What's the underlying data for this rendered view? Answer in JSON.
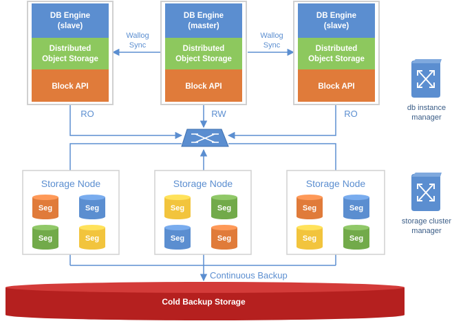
{
  "colors": {
    "engine": "#5B8ED0",
    "storage": "#8DC85E",
    "api": "#E07B3A",
    "seg_orange": "#E07B3A",
    "seg_blue": "#5B8ED0",
    "seg_green": "#72AA4A",
    "seg_yellow": "#F2C43D",
    "line": "#5B8ED0",
    "cold": "#B5201F",
    "switch": "#5B8ED0"
  },
  "db_nodes": [
    {
      "engine_line1": "DB  Engine",
      "engine_line2": "(slave)",
      "storage_line1": "Distributed",
      "storage_line2": "Object Storage",
      "api": "Block API",
      "link": "RO"
    },
    {
      "engine_line1": "DB Engine",
      "engine_line2": "(master)",
      "storage_line1": "Distributed",
      "storage_line2": "Object Storage",
      "api": "Block API",
      "link": "RW"
    },
    {
      "engine_line1": "DB Engine",
      "engine_line2": "(slave)",
      "storage_line1": "Distributed",
      "storage_line2": "Object Storage",
      "api": "Block API",
      "link": "RO"
    }
  ],
  "sync_labels": [
    {
      "line1": "Wallog",
      "line2": "Sync"
    },
    {
      "line1": "Wallog",
      "line2": "Sync"
    }
  ],
  "storage_nodes": [
    {
      "title": "Storage Node",
      "segs": [
        {
          "label": "Seg",
          "color": "orange"
        },
        {
          "label": "Seg",
          "color": "blue"
        },
        {
          "label": "Seg",
          "color": "green"
        },
        {
          "label": "Seg",
          "color": "yellow"
        }
      ]
    },
    {
      "title": "Storage Node",
      "segs": [
        {
          "label": "Seg",
          "color": "yellow"
        },
        {
          "label": "Seg",
          "color": "green"
        },
        {
          "label": "Seg",
          "color": "blue"
        },
        {
          "label": "Seg",
          "color": "orange"
        }
      ]
    },
    {
      "title": "Storage Node",
      "segs": [
        {
          "label": "Seg",
          "color": "orange"
        },
        {
          "label": "Seg",
          "color": "blue"
        },
        {
          "label": "Seg",
          "color": "yellow"
        },
        {
          "label": "Seg",
          "color": "green"
        }
      ]
    }
  ],
  "managers": [
    {
      "line1": "db instance",
      "line2": "manager",
      "icon": "router-icon"
    },
    {
      "line1": "storage cluster",
      "line2": "manager",
      "icon": "router-icon"
    }
  ],
  "backup_label": "Continuous Backup",
  "cold_storage": "Cold Backup Storage",
  "switch_icon": "network-switch-icon"
}
